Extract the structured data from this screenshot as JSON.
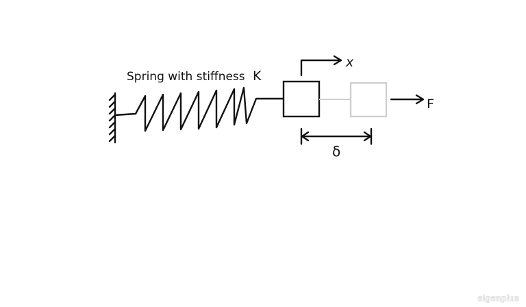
{
  "diagram": {
    "spring_label": "Spring with stiffness",
    "stiffness_symbol": "K",
    "displacement_axis": "x",
    "force_label": "F",
    "deflection_symbol": "δ"
  },
  "colors": {
    "ink": "#111111",
    "ghost": "#cfcfcf"
  },
  "watermark": "eigenplus"
}
